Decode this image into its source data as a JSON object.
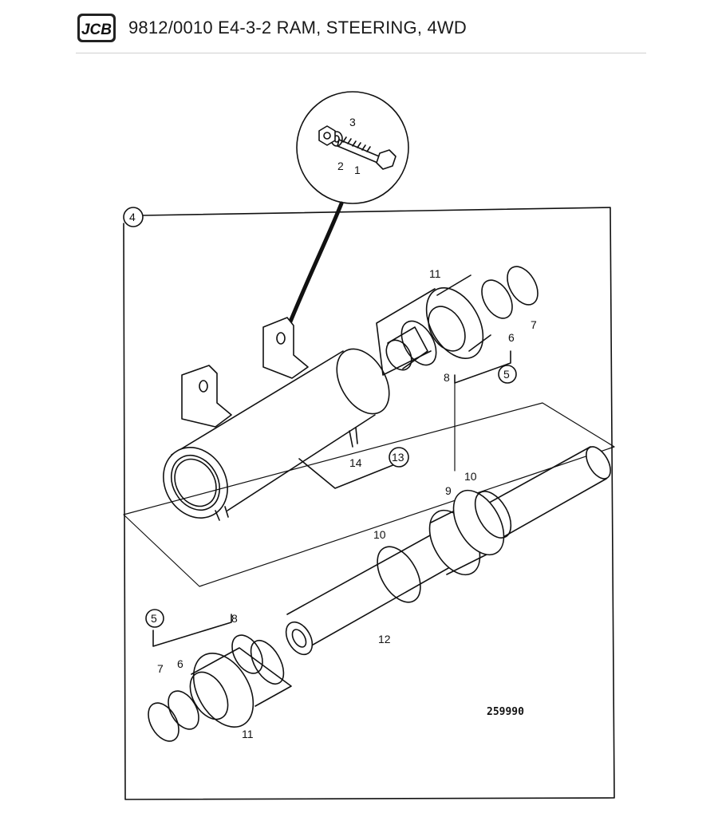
{
  "header": {
    "brand": "JCB",
    "title": "9812/0010 E4-3-2 RAM, STEERING, 4WD"
  },
  "diagram": {
    "reference_number": "259990",
    "labels": [
      {
        "key": "l1",
        "text": "1"
      },
      {
        "key": "l2",
        "text": "2"
      },
      {
        "key": "l3",
        "text": "3"
      },
      {
        "key": "l4",
        "text": "4"
      },
      {
        "key": "l5a",
        "text": "5"
      },
      {
        "key": "l6a",
        "text": "6"
      },
      {
        "key": "l7a",
        "text": "7"
      },
      {
        "key": "l8a",
        "text": "8"
      },
      {
        "key": "l11a",
        "text": "11"
      },
      {
        "key": "l13",
        "text": "13"
      },
      {
        "key": "l14",
        "text": "14"
      },
      {
        "key": "l9",
        "text": "9"
      },
      {
        "key": "l10a",
        "text": "10"
      },
      {
        "key": "l10b",
        "text": "10"
      },
      {
        "key": "l12",
        "text": "12"
      },
      {
        "key": "l5b",
        "text": "5"
      },
      {
        "key": "l8b",
        "text": "8"
      },
      {
        "key": "l7b",
        "text": "7"
      },
      {
        "key": "l6b",
        "text": "6"
      },
      {
        "key": "l11b",
        "text": "11"
      }
    ]
  }
}
